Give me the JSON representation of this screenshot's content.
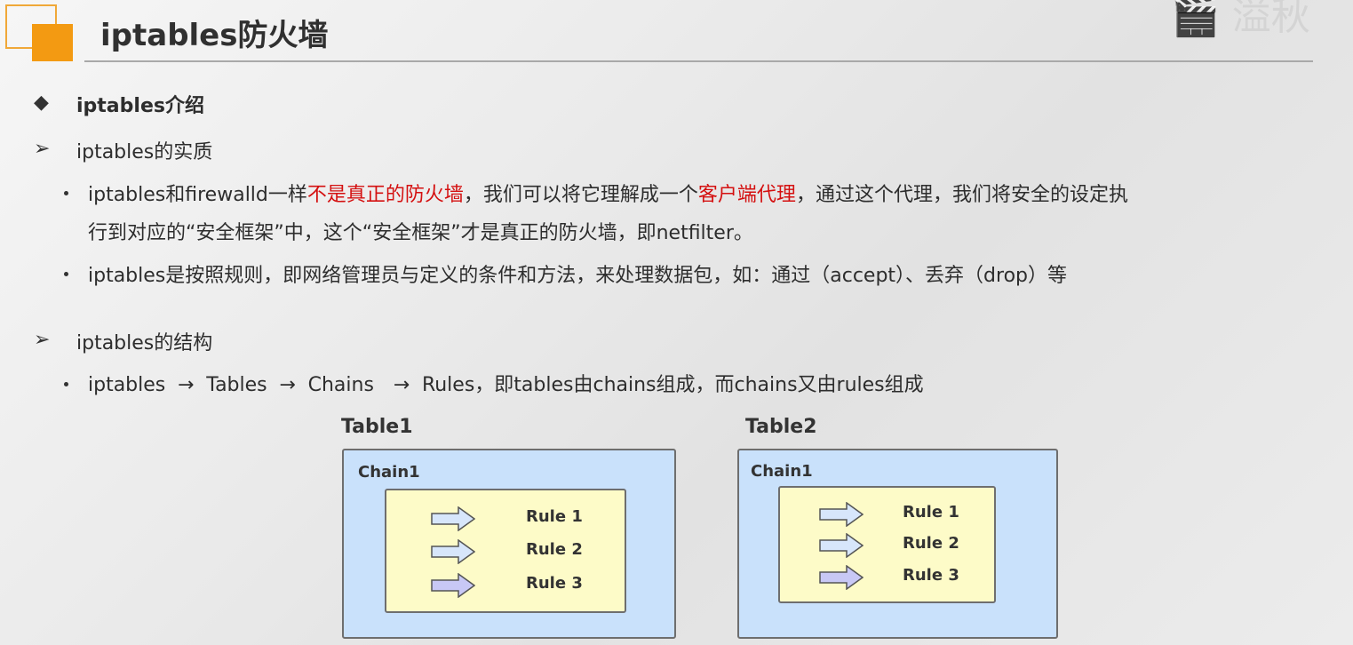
{
  "slide": {
    "title": "iptables防火墙",
    "watermark": "🎬 溢秋"
  },
  "sections": {
    "intro": {
      "symbol": "◆",
      "label": "iptables介绍"
    },
    "essence": {
      "symbol": "➢",
      "label": "iptables的实质",
      "p1": {
        "a": "iptables和firewalld一样",
        "b": "不是真正的防火墙",
        "c": "，我们可以将它理解成一个",
        "d": "客户端代理",
        "e": "，通过这个代理，我们将安全的设定执",
        "f": "行到对应的“安全框架”中，这个“安全框架”才是真正的防火墙，即netfilter。"
      },
      "p2": "iptables是按照规则，即网络管理员与定义的条件和方法，来处理数据包，如：通过（accept）、丢弃（drop）等"
    },
    "structure": {
      "symbol": "➢",
      "label": "iptables的结构",
      "items": [
        "iptables",
        "Tables",
        "Chains",
        "Rules，即tables由chains组成，而chains又由rules组成"
      ],
      "arrow": "→"
    }
  },
  "diagram": {
    "tables": [
      {
        "name": "Table1",
        "chain": "Chain1",
        "rules": [
          "Rule 1",
          "Rule 2",
          "Rule 3"
        ]
      },
      {
        "name": "Table2",
        "chain": "Chain1",
        "rules": [
          "Rule 1",
          "Rule 2",
          "Rule 3"
        ]
      }
    ]
  },
  "colors": {
    "accent_orange": "#f39a12",
    "highlight_red": "#d41010",
    "table_fill": "#c9e1fb",
    "rule_fill": "#fdfbc8"
  }
}
